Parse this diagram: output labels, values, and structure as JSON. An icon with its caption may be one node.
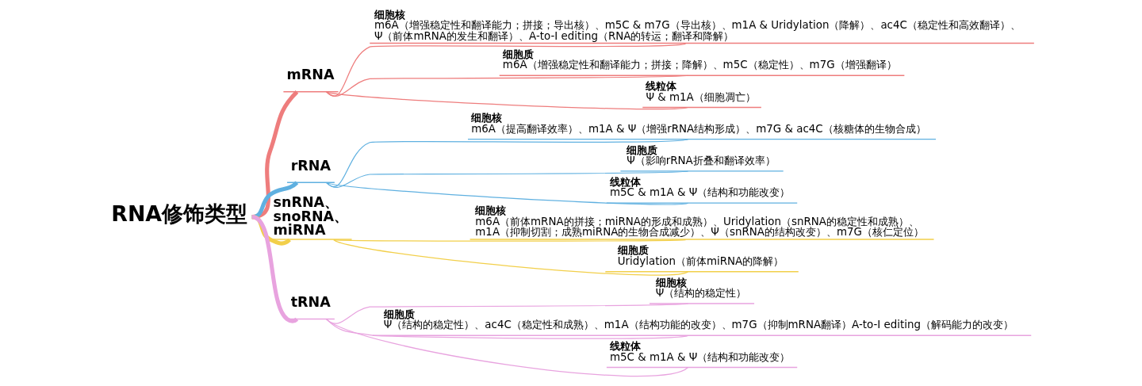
{
  "diagram": {
    "nodes": [
      {
        "text": [
          "RNA修饰类型"
        ]
      },
      {
        "text": [
          "mRNA"
        ]
      },
      {
        "text": [
          "细胞核",
          "m6A（增强稳定性和翻译能力；拼接；导出核）、m5C & m7G（导出核）、m1A & Uridylation（降解）、ac4C（稳定性和高效翻译）、Ψ（前体mRNA的发生和翻译）、A-to-I editing（RNA的转运；翻译和降解）"
        ]
      },
      {
        "text": [
          "细胞质",
          "m6A（增强稳定性和翻译能力；拼接；降解）、m5C（稳定性）、m7G（增强翻译）"
        ]
      },
      {
        "text": [
          "线粒体",
          "Ψ & m1A（细胞凋亡）"
        ]
      },
      {
        "text": [
          "rRNA"
        ]
      },
      {
        "text": [
          "细胞核",
          "m6A（提高翻译效率）、m1A & Ψ（增强rRNA结构形成）、m7G & ac4C（核糖体的生物合成）"
        ]
      },
      {
        "text": [
          "细胞质",
          "Ψ（影响rRNA折叠和翻译效率）"
        ]
      },
      {
        "text": [
          "线粒体",
          "m5C & m1A & Ψ（结构和功能改变）"
        ]
      },
      {
        "text": [
          "snRNA、snoRNA、miRNA"
        ]
      },
      {
        "text": [
          "细胞核",
          "m6A（前体mRNA的拼接；miRNA的形成和成熟）、Uridylation（snRNA的稳定性和成熟）、m1A（抑制切割；成熟miRNA的生物合成减少）、Ψ（snRNA的结构改变）、m7G（核仁定位）"
        ]
      },
      {
        "text": [
          "细胞质",
          "Uridylation（前体miRNA的降解）"
        ]
      },
      {
        "text": [
          "tRNA"
        ]
      },
      {
        "text": [
          "细胞核",
          "Ψ（结构的稳定性）"
        ]
      },
      {
        "text": [
          "细胞质",
          "Ψ（结构的稳定性）、ac4C（稳定性和成熟）、m1A（结构功能的改变）、m7G（抑制mRNA翻译）A-to-I editing（解码能力的改变）"
        ]
      },
      {
        "text": [
          "线粒体",
          "m5C & m1A & Ψ（结构和功能改变）"
        ]
      }
    ],
    "edges": [
      {
        "from": 0,
        "to": 1,
        "arrow": "none",
        "style": "thick",
        "color": "#ee7d7d"
      },
      {
        "from": 1,
        "to": 2,
        "arrow": "none",
        "color": "#ee7d7d"
      },
      {
        "from": 1,
        "to": 3,
        "arrow": "none",
        "color": "#ee7d7d"
      },
      {
        "from": 1,
        "to": 4,
        "arrow": "none",
        "color": "#ee7d7d"
      },
      {
        "from": 0,
        "to": 5,
        "arrow": "none",
        "style": "thick",
        "color": "#5fb0e0"
      },
      {
        "from": 5,
        "to": 6,
        "arrow": "none",
        "color": "#5fb0e0"
      },
      {
        "from": 5,
        "to": 7,
        "arrow": "none",
        "color": "#5fb0e0"
      },
      {
        "from": 5,
        "to": 8,
        "arrow": "none",
        "color": "#5fb0e0"
      },
      {
        "from": 0,
        "to": 9,
        "arrow": "none",
        "style": "thick",
        "color": "#f2cf4a"
      },
      {
        "from": 9,
        "to": 10,
        "arrow": "none",
        "color": "#f2cf4a"
      },
      {
        "from": 9,
        "to": 11,
        "arrow": "none",
        "color": "#f2cf4a"
      },
      {
        "from": 0,
        "to": 12,
        "arrow": "none",
        "style": "thick",
        "color": "#e8a3df"
      },
      {
        "from": 12,
        "to": 13,
        "arrow": "none",
        "color": "#e8a3df"
      },
      {
        "from": 12,
        "to": 14,
        "arrow": "none",
        "color": "#e8a3df"
      },
      {
        "from": 12,
        "to": 15,
        "arrow": "none",
        "color": "#e8a3df"
      }
    ]
  }
}
